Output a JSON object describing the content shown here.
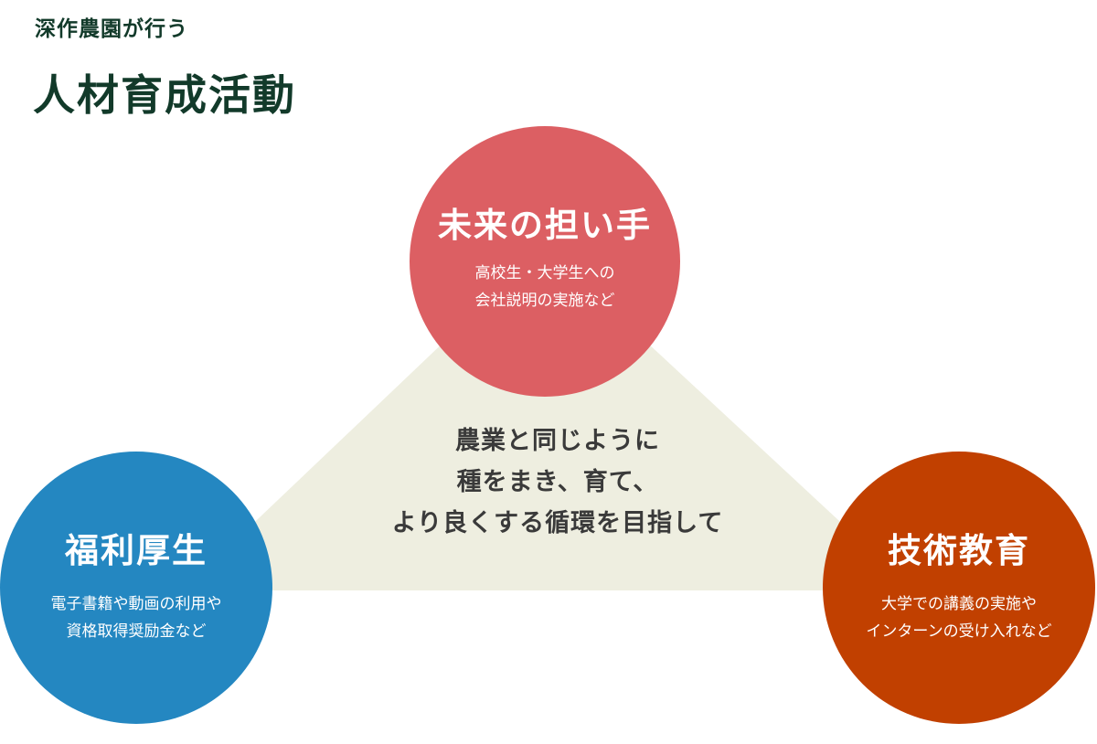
{
  "header": {
    "subtitle": "深作農園が行う",
    "title": "人材育成活動"
  },
  "center": {
    "lines": [
      "農業と同じように",
      "種をまき、育て、",
      "より良くする循環を目指して"
    ]
  },
  "circles": {
    "top": {
      "title": "未来の担い手",
      "desc": [
        "高校生・大学生への",
        "会社説明の実施など"
      ],
      "color": "#dc5f63"
    },
    "left": {
      "title": "福利厚生",
      "desc": [
        "電子書籍や動画の利用や",
        "資格取得奨励金など"
      ],
      "color": "#2487c1"
    },
    "right": {
      "title": "技術教育",
      "desc": [
        "大学での講義の実施や",
        "インターンの受け入れなど"
      ],
      "color": "#c14000"
    }
  },
  "colors": {
    "heading": "#123a2a",
    "triangle": "#eeeee0",
    "center_text": "#3a3a3a"
  }
}
